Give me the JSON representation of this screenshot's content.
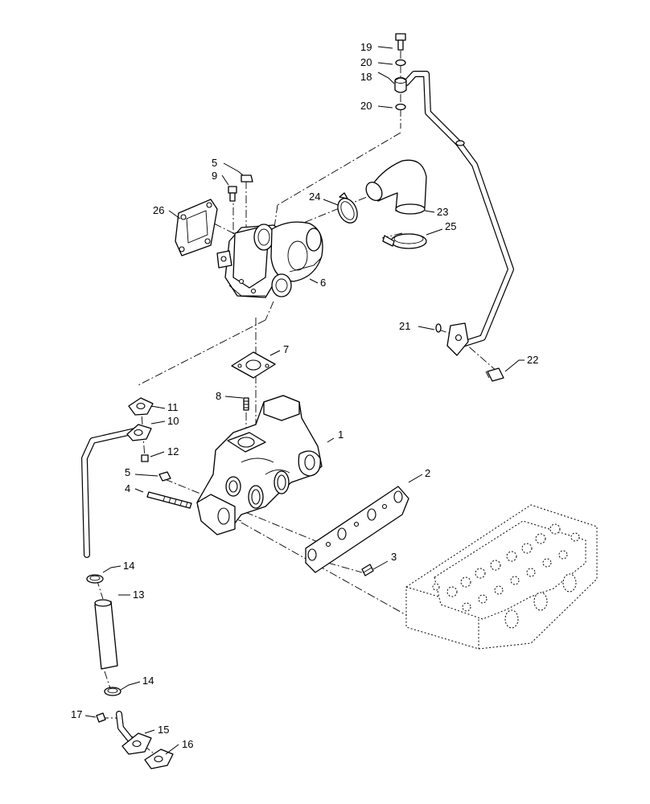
{
  "callouts": {
    "c1": "1",
    "c2": "2",
    "c3": "3",
    "c4": "4",
    "c5a": "5",
    "c5b": "5",
    "c6": "6",
    "c7": "7",
    "c8": "8",
    "c9": "9",
    "c10": "10",
    "c11": "11",
    "c12": "12",
    "c13": "13",
    "c14a": "14",
    "c14b": "14",
    "c15": "15",
    "c16": "16",
    "c17": "17",
    "c18": "18",
    "c19": "19",
    "c20a": "20",
    "c20b": "20",
    "c21": "21",
    "c22": "22",
    "c23": "23",
    "c24": "24",
    "c25": "25",
    "c26": "26"
  }
}
